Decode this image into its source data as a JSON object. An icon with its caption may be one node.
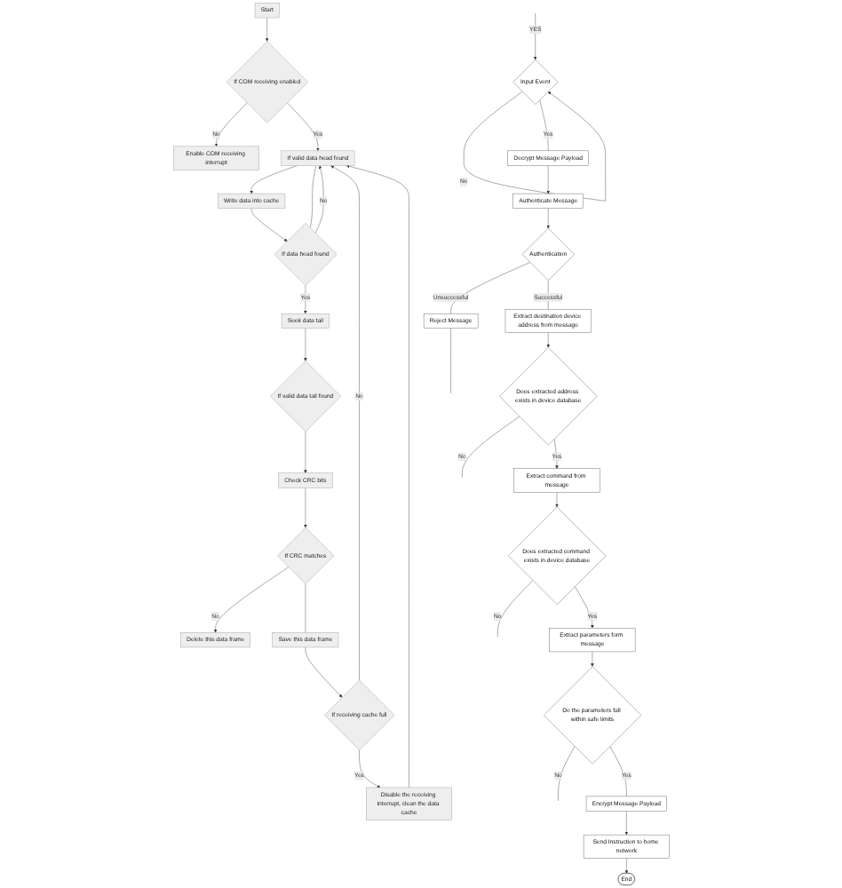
{
  "diagram": {
    "nodes": [
      {
        "text": [
          "Start"
        ]
      },
      {
        "text": [
          "If COM receiving enabled"
        ]
      },
      {
        "text": [
          "Enable COM receiving interrupt"
        ]
      },
      {
        "text": [
          "If valid data head found"
        ]
      },
      {
        "text": [
          "Write data into cache"
        ]
      },
      {
        "text": [
          "If data head found"
        ]
      },
      {
        "text": [
          "Seek data tail"
        ]
      },
      {
        "text": [
          "If valid data tail found"
        ]
      },
      {
        "text": [
          "Check CRC bits"
        ]
      },
      {
        "text": [
          "If CRC matches"
        ]
      },
      {
        "text": [
          "Delete this data frame"
        ]
      },
      {
        "text": [
          "Save this data frame"
        ]
      },
      {
        "text": [
          "If receiving cache full"
        ]
      },
      {
        "text": [
          "Disable the receiving interrupt, clean the data cache"
        ]
      },
      {
        "text": [
          "Input Event"
        ]
      },
      {
        "text": [
          "Decrypt Message Payload"
        ]
      },
      {
        "text": [
          "Authenticate Message"
        ]
      },
      {
        "text": [
          "Authentication"
        ]
      },
      {
        "text": [
          "Reject Message"
        ]
      },
      {
        "text": [
          "Extract destination device address from message"
        ]
      },
      {
        "text": [
          "Does extracted address exists in device database"
        ]
      },
      {
        "text": [
          "Extract command from message"
        ]
      },
      {
        "text": [
          "Does extracted command exists in device database"
        ]
      },
      {
        "text": [
          "Extract parameters form message"
        ]
      },
      {
        "text": [
          "Do the parameters fall within safe limits"
        ]
      },
      {
        "text": [
          "Encrypt Message Payload"
        ]
      },
      {
        "text": [
          "Send Instruction to home network"
        ]
      },
      {
        "text": [
          "End"
        ]
      }
    ],
    "edges": [
      {
        "from": 0,
        "to": 1,
        "arrow": "to"
      },
      {
        "from": 1,
        "to": 2,
        "arrow": "to",
        "label": "No"
      },
      {
        "from": 1,
        "to": 3,
        "arrow": "to",
        "label": "Yes"
      },
      {
        "from": 3,
        "to": 4,
        "arrow": "to"
      },
      {
        "from": 4,
        "to": 5,
        "arrow": "to"
      },
      {
        "from": 3,
        "to": 5,
        "arrow": "none"
      },
      {
        "from": 5,
        "to": 3,
        "arrow": "to",
        "label": "No"
      },
      {
        "from": 5,
        "to": 6,
        "arrow": "to",
        "label": "Yes"
      },
      {
        "from": 6,
        "to": 7,
        "arrow": "to"
      },
      {
        "from": 7,
        "to": 8,
        "arrow": "to"
      },
      {
        "from": 8,
        "to": 9,
        "arrow": "to"
      },
      {
        "from": 9,
        "to": 10,
        "arrow": "to",
        "label": "No"
      },
      {
        "from": 9,
        "to": 11,
        "arrow": "none"
      },
      {
        "from": 11,
        "to": 12,
        "arrow": "to"
      },
      {
        "from": 12,
        "to": 3,
        "arrow": "to",
        "label": "No"
      },
      {
        "from": 12,
        "to": 13,
        "arrow": "to",
        "label": "Yes"
      },
      {
        "from": 13,
        "to": 3,
        "arrow": "to"
      },
      {
        "from": null,
        "to": 14,
        "arrow": "to",
        "label": "YES"
      },
      {
        "from": 14,
        "to": 14,
        "arrow": "to",
        "label": "No"
      },
      {
        "from": 14,
        "to": 15,
        "arrow": "none",
        "label": "Yes"
      },
      {
        "from": 15,
        "to": 16,
        "arrow": "to"
      },
      {
        "from": 16,
        "to": 17,
        "arrow": "to"
      },
      {
        "from": 17,
        "to": 18,
        "arrow": "none",
        "label": "Unsuccessful"
      },
      {
        "from": 18,
        "to": null,
        "arrow": "none"
      },
      {
        "from": 17,
        "to": 19,
        "arrow": "none",
        "label": "Successful"
      },
      {
        "from": 19,
        "to": 20,
        "arrow": "to"
      },
      {
        "from": 20,
        "to": null,
        "arrow": "none",
        "label": "No"
      },
      {
        "from": 20,
        "to": 21,
        "arrow": "to",
        "label": "Yes"
      },
      {
        "from": 21,
        "to": 22,
        "arrow": "to"
      },
      {
        "from": 22,
        "to": null,
        "arrow": "none",
        "label": "No"
      },
      {
        "from": 22,
        "to": 23,
        "arrow": "to",
        "label": "Yes"
      },
      {
        "from": 23,
        "to": 24,
        "arrow": "to"
      },
      {
        "from": 24,
        "to": null,
        "arrow": "none",
        "label": "No"
      },
      {
        "from": 24,
        "to": 25,
        "arrow": "none",
        "label": "Yes"
      },
      {
        "from": 25,
        "to": 26,
        "arrow": "to"
      },
      {
        "from": 26,
        "to": 27,
        "arrow": "to"
      }
    ]
  }
}
